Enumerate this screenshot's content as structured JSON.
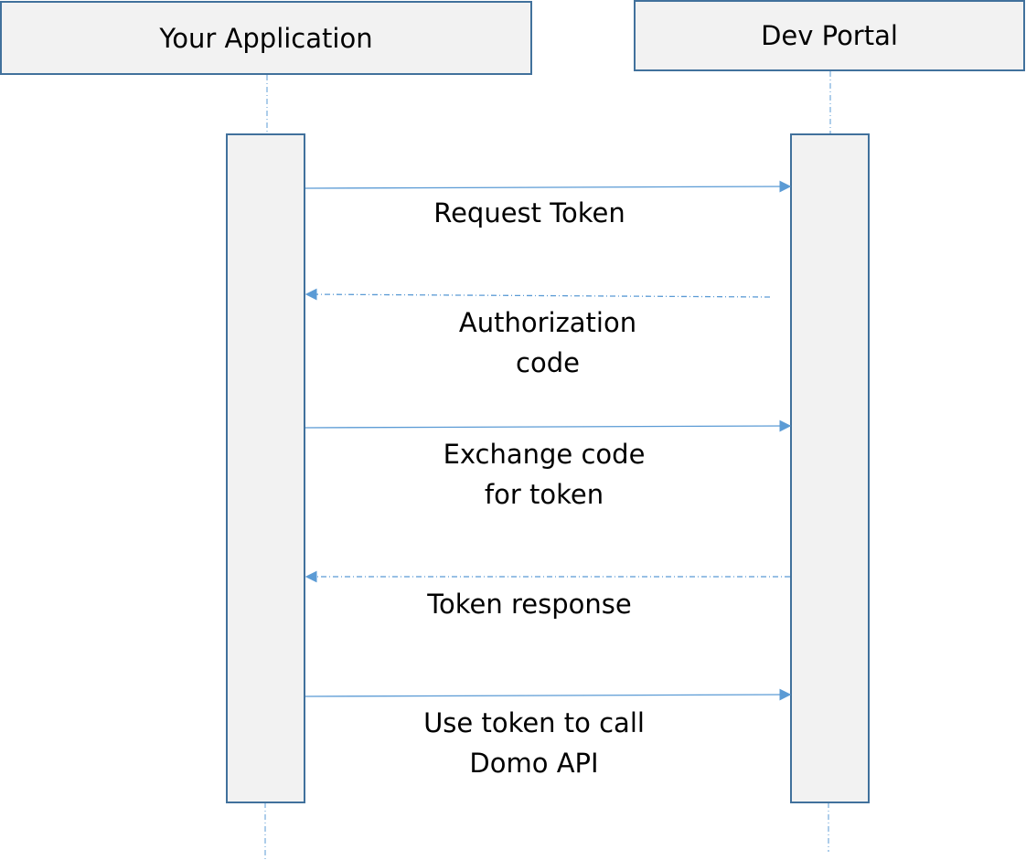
{
  "participants": [
    {
      "name": "Your Application"
    },
    {
      "name": "Dev Portal"
    }
  ],
  "messages": [
    {
      "text": "Request Token",
      "direction": "forward",
      "style": "solid"
    },
    {
      "text": "Authorization\ncode",
      "direction": "return",
      "style": "dashed"
    },
    {
      "text": "Exchange code\nfor token",
      "direction": "forward",
      "style": "solid"
    },
    {
      "text": "Token response",
      "direction": "return",
      "style": "dashed"
    },
    {
      "text": "Use token to call\nDomo API",
      "direction": "forward",
      "style": "solid"
    }
  ],
  "colors": {
    "box_fill": "#f2f2f2",
    "box_stroke": "#41719c",
    "arrow": "#5b9bd5",
    "lifeline": "#5b9bd5",
    "text": "#000000"
  }
}
